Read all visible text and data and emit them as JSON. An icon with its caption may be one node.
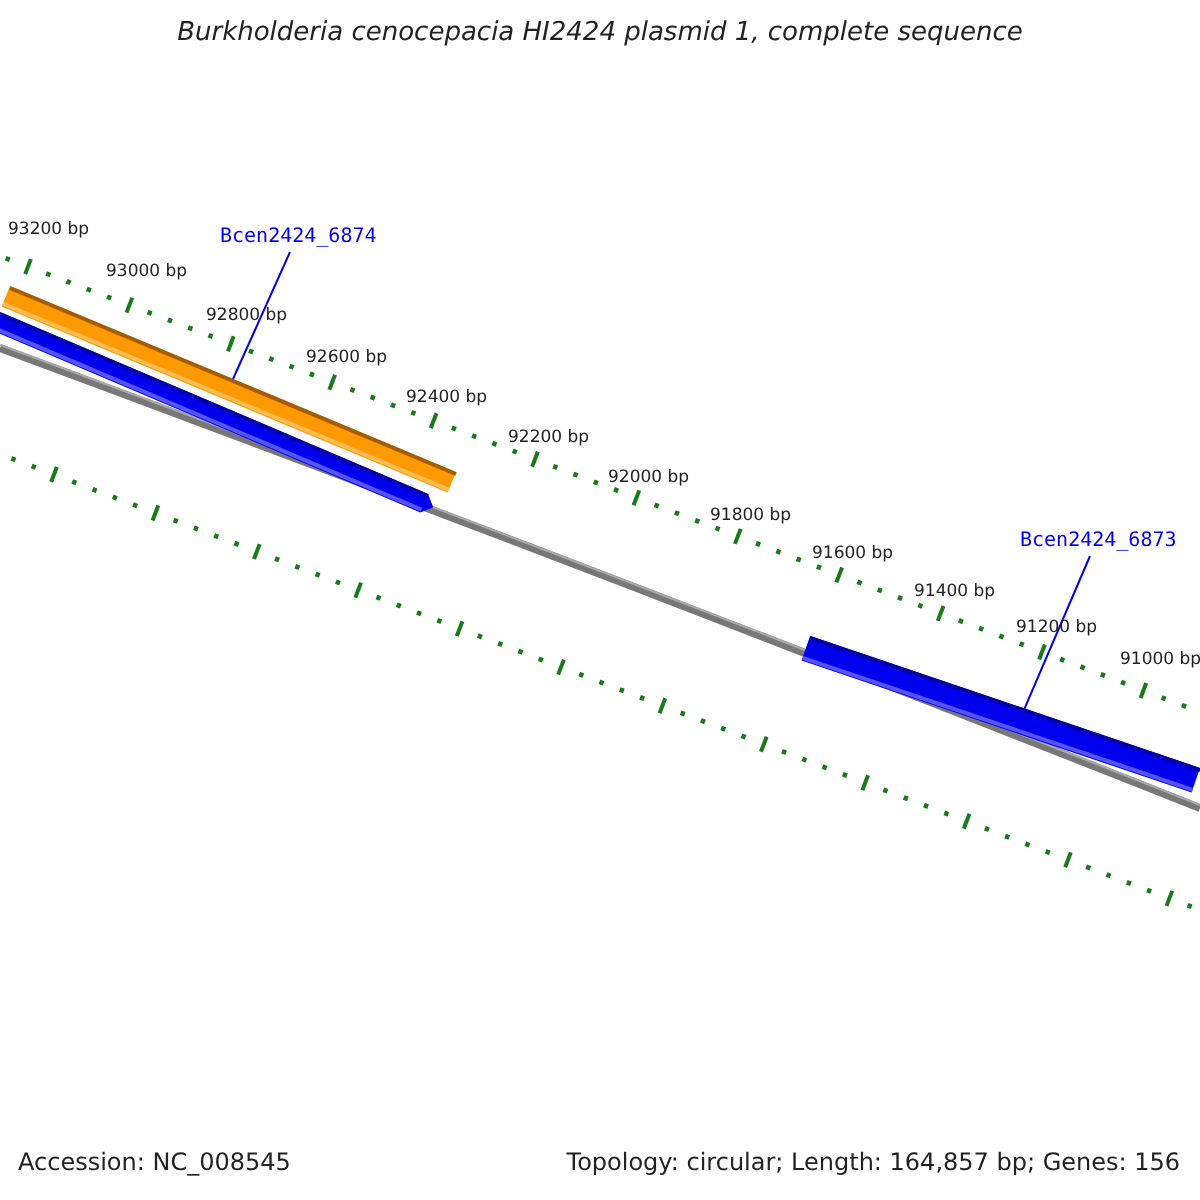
{
  "diagram": {
    "title": "Burkholderia cenocepacia HI2424 plasmid 1, complete sequence",
    "nodes": [
      {
        "text": [
          "Bcen2424_6874"
        ]
      },
      {
        "text": [],
        "shape": "bar"
      },
      {
        "text": [],
        "shape": "bar"
      },
      {
        "text": [
          "Bcen2424_6873"
        ]
      },
      {
        "text": [],
        "shape": "bar"
      }
    ],
    "edges": [
      {
        "from": 0,
        "to": 1,
        "arrow": "none"
      },
      {
        "from": 3,
        "to": 4,
        "arrow": "none"
      }
    ],
    "labels": [
      "93200 bp",
      "93000 bp",
      "92800 bp",
      "92600 bp",
      "92400 bp",
      "92200 bp",
      "92000 bp",
      "91800 bp",
      "91600 bp",
      "91400 bp",
      "91200 bp",
      "91000 bp",
      "Accession: NC_008545",
      "Topology: circular; Length: 164,857 bp; Genes: 156"
    ]
  }
}
